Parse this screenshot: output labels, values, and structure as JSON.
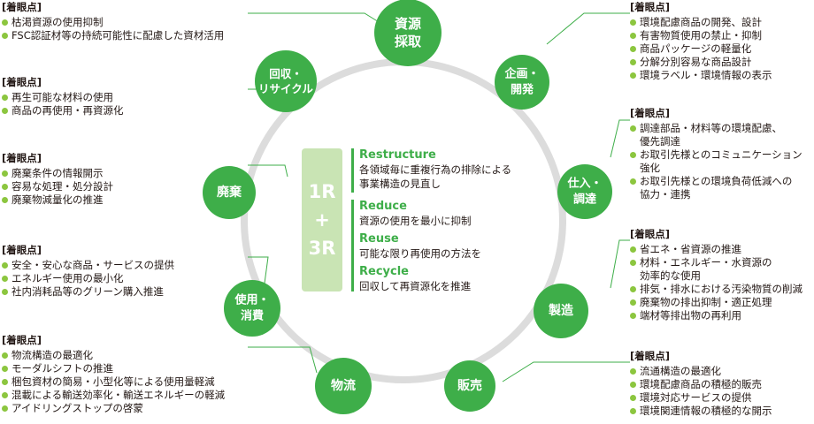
{
  "nodes": {
    "resource": [
      "資源",
      "採取"
    ],
    "planning": [
      "企画・",
      "開発"
    ],
    "procurement": [
      "仕入・",
      "調達"
    ],
    "manufacturing": [
      "製造"
    ],
    "sales": [
      "販売"
    ],
    "logistics": [
      "物流"
    ],
    "use": [
      "使用・",
      "消費"
    ],
    "disposal": [
      "廃棄"
    ],
    "recycle": [
      "回収・",
      "リサイクル"
    ]
  },
  "center": {
    "box": [
      "1R",
      "+",
      "3R"
    ],
    "restructure": {
      "title": "Restructure",
      "desc": [
        "各領域毎に重複行為の排除による",
        "事業構造の見直し"
      ]
    },
    "reduce": {
      "title": "Reduce",
      "desc": [
        "資源の使用を最小に抑制"
      ]
    },
    "reuse": {
      "title": "Reuse",
      "desc": [
        "可能な限り再使用の方法を"
      ]
    },
    "recycle": {
      "title": "Recycle",
      "desc": [
        "回収して再資源化を推進"
      ]
    }
  },
  "panels": {
    "p1": {
      "title": "[着眼点]",
      "items": [
        [
          "枯渇資源の使用抑制"
        ],
        [
          "FSC認証材等の持続可能性に配慮した資材活用"
        ]
      ]
    },
    "p2": {
      "title": "[着眼点]",
      "items": [
        [
          "再生可能な材料の使用"
        ],
        [
          "商品の再使用・再資源化"
        ]
      ]
    },
    "p3": {
      "title": "[着眼点]",
      "items": [
        [
          "廃棄条件の情報開示"
        ],
        [
          "容易な処理・処分設計"
        ],
        [
          "廃棄物減量化の推進"
        ]
      ]
    },
    "p4": {
      "title": "[着眼点]",
      "items": [
        [
          "安全・安心な商品・サービスの提供"
        ],
        [
          "エネルギー使用の最小化"
        ],
        [
          "社内消耗品等のグリーン購入推進"
        ]
      ]
    },
    "p5": {
      "title": "[着眼点]",
      "items": [
        [
          "物流構造の最適化"
        ],
        [
          "モーダルシフトの推進"
        ],
        [
          "梱包資材の簡易・小型化等による使用量軽減"
        ],
        [
          "混載による輸送効率化・輸送エネルギーの軽減"
        ],
        [
          "アイドリングストップの啓蒙"
        ]
      ]
    },
    "p6": {
      "title": "[着眼点]",
      "items": [
        [
          "環境配慮商品の開発、設計"
        ],
        [
          "有害物質使用の禁止・抑制"
        ],
        [
          "商品パッケージの軽量化"
        ],
        [
          "分解分別容易な商品設計"
        ],
        [
          "環境ラベル・環境情報の表示"
        ]
      ]
    },
    "p7": {
      "title": "[着眼点]",
      "items": [
        [
          "調達部品・材料等の環境配慮、",
          "優先調達"
        ],
        [
          "お取引先様とのコミュニケーション",
          "強化"
        ],
        [
          "お取引先様との環境負荷低減への",
          "協力・連携"
        ]
      ]
    },
    "p8": {
      "title": "[着眼点]",
      "items": [
        [
          "省エネ・省資源の推進"
        ],
        [
          "材料・エネルギー・水資源の",
          "効率的な使用"
        ],
        [
          "排気・排水における汚染物質の削減"
        ],
        [
          "廃棄物の排出抑制・適正処理"
        ],
        [
          "端材等排出物の再利用"
        ]
      ]
    },
    "p9": {
      "title": "[着眼点]",
      "items": [
        [
          "流通構造の最適化"
        ],
        [
          "環境配慮商品の積極的販売"
        ],
        [
          "環境対応サービスの提供"
        ],
        [
          "環境関連情報の積極的な開示"
        ]
      ]
    }
  },
  "colors": {
    "node": "#3eae49",
    "ring": "#d9d9d9",
    "accent": "#8cc63f",
    "center_box": "#c9e4b4",
    "leader": "#3eae49"
  }
}
